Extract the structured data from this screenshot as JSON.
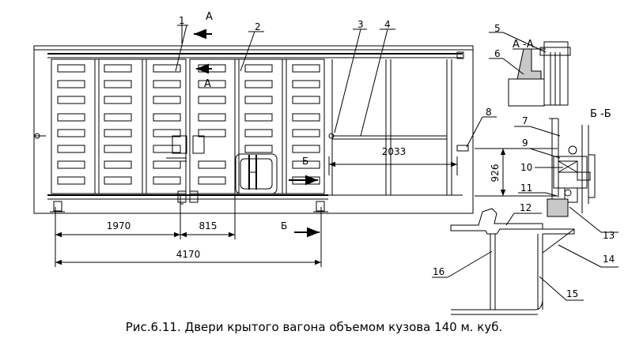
{
  "callouts": [
    "1",
    "2",
    "3",
    "4",
    "5",
    "6",
    "7",
    "8",
    "9",
    "10",
    "11",
    "12",
    "13",
    "14",
    "15",
    "16"
  ],
  "section_marks": {
    "a": "А",
    "b": "Б"
  },
  "section_titles": {
    "aa": "А -А",
    "bb": "Б -Б"
  },
  "dimensions": {
    "d1970": "1970",
    "d815": "815",
    "d4170": "4170",
    "d2033": "2033",
    "d926": "926"
  },
  "caption": "Рис.6.11. Двери крытого вагона объемом кузова 140 м. куб."
}
